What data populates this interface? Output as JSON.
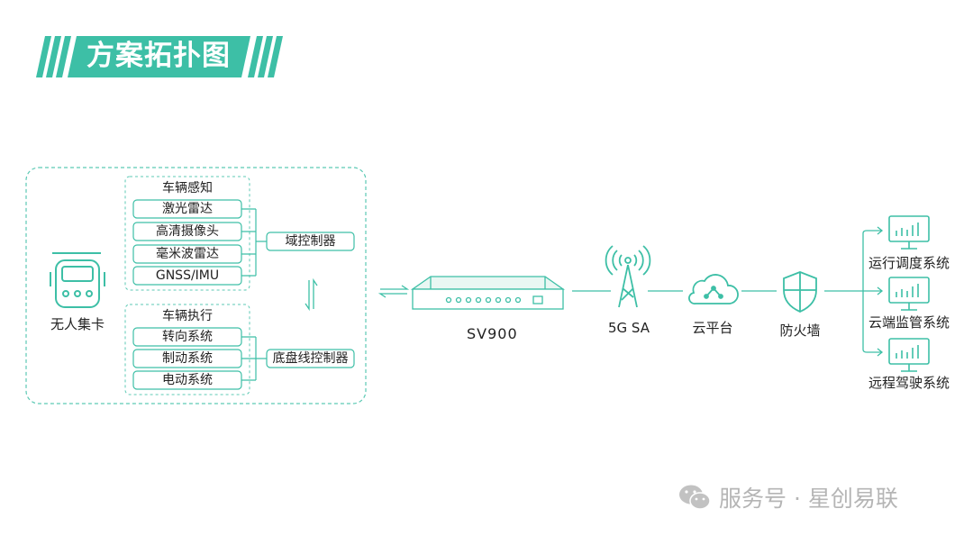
{
  "title": "方案拓扑图",
  "truck": {
    "label": "无人集卡"
  },
  "perception": {
    "title": "车辆感知",
    "items": [
      "激光雷达",
      "高清摄像头",
      "毫米波雷达",
      "GNSS/IMU"
    ]
  },
  "domain_controller": "域控制器",
  "execution": {
    "title": "车辆执行",
    "items": [
      "转向系统",
      "制动系统",
      "电动系统"
    ]
  },
  "chassis_controller": "底盘线控制器",
  "router": "SV900",
  "network": "5G SA",
  "cloud": "云平台",
  "firewall": "防火墙",
  "systems": [
    "运行调度系统",
    "云端监管系统",
    "远程驾驶系统"
  ],
  "watermark": "服务号 · 星创易联",
  "colors": {
    "accent": "#3dbfa6",
    "line": "#5cc9b4",
    "text": "#222222",
    "watermark": "#b5b5b5"
  }
}
